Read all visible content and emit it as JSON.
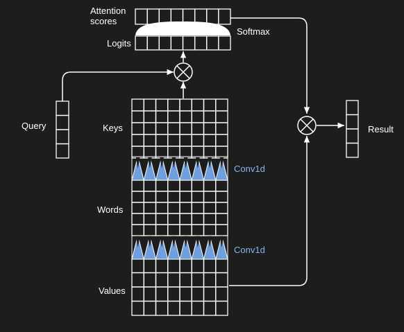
{
  "colors": {
    "background": "#1d1d1d",
    "line": "#ffffff",
    "conv_fill": "#6f9fdc",
    "conv_label": "#8ab4f0"
  },
  "labels": {
    "attention_line1": "Attention",
    "attention_line2": "scores",
    "softmax": "Softmax",
    "logits": "Logits",
    "query": "Query",
    "keys": "Keys",
    "words": "Words",
    "values": "Values",
    "conv_top": "Conv1d",
    "conv_bottom": "Conv1d",
    "result": "Result"
  },
  "grids": {
    "attention_scores": {
      "rows": 1,
      "cols": 8
    },
    "logits": {
      "rows": 1,
      "cols": 8
    },
    "query": {
      "rows": 1,
      "cols": 4
    },
    "keys": {
      "rows": 5,
      "cols": 8
    },
    "words": {
      "rows": 5,
      "cols": 8
    },
    "values": {
      "rows": 4,
      "cols": 8
    },
    "result": {
      "rows": 1,
      "cols": 4
    }
  },
  "icons": {
    "multiply_top": "circled-times-icon",
    "multiply_right": "circled-times-icon"
  }
}
